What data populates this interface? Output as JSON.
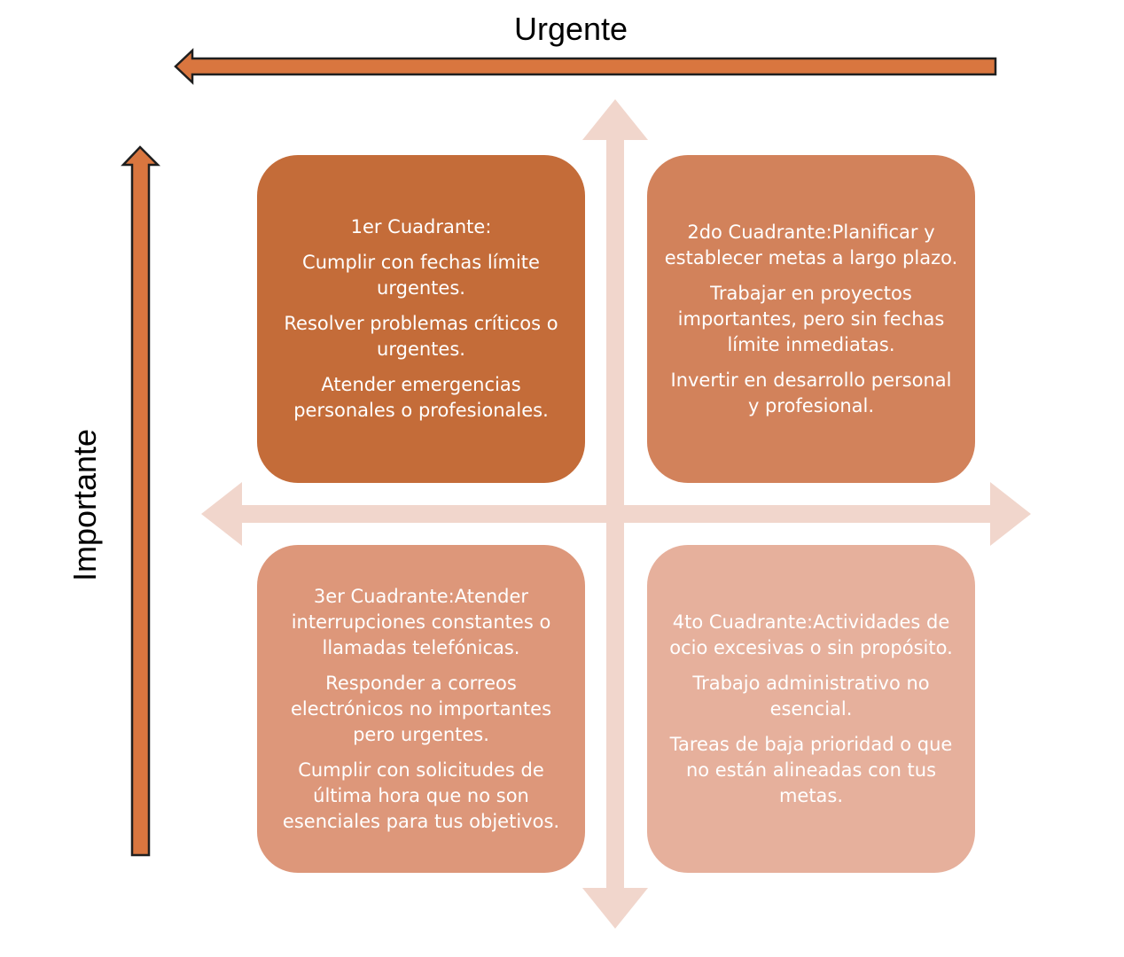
{
  "axes": {
    "urgent": "Urgente",
    "important": "Importante"
  },
  "colors": {
    "axis_arrow": "#d9763f",
    "cross_arrows": "#f1d6cc",
    "quadrant_1": "#c46c39",
    "quadrant_2": "#d2825b",
    "quadrant_3": "#dd977a",
    "quadrant_4": "#e6b09c"
  },
  "quadrants": [
    {
      "lines": [
        "1er Cuadrante:",
        "Cumplir con fechas límite urgentes.",
        "Resolver problemas críticos o urgentes.",
        "Atender emergencias personales o profesionales."
      ]
    },
    {
      "lines": [
        "2do Cuadrante:Planificar y establecer metas a largo plazo.",
        "Trabajar en proyectos importantes, pero sin fechas límite inmediatas.",
        "Invertir en desarrollo personal y profesional."
      ]
    },
    {
      "lines": [
        "3er Cuadrante:Atender interrupciones constantes o llamadas telefónicas.",
        "Responder a correos electrónicos no importantes pero urgentes.",
        "Cumplir con solicitudes de última hora que no son esenciales para tus objetivos."
      ]
    },
    {
      "lines": [
        "4to Cuadrante:Actividades de ocio excesivas o sin propósito.",
        "Trabajo administrativo no esencial.",
        "Tareas de baja prioridad o que no están alineadas con tus metas."
      ]
    }
  ]
}
